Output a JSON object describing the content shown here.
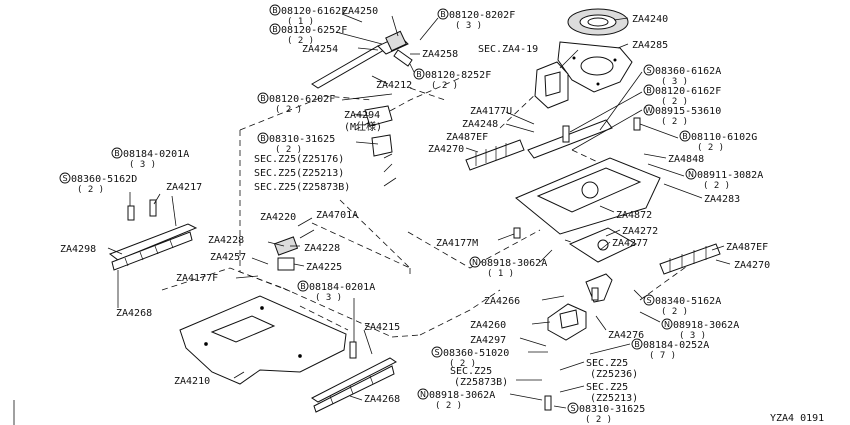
{
  "diagram": {
    "code": "YZA4 0191",
    "labels": [
      {
        "id": "b6162f",
        "text": "08120-6162F",
        "prefix": "B",
        "qty": "( 1 )"
      },
      {
        "id": "za4250",
        "text": "ZA4250"
      },
      {
        "id": "b6252f",
        "text": "08120-6252F",
        "prefix": "B",
        "qty": "( 2 )"
      },
      {
        "id": "za4254",
        "text": "ZA4254"
      },
      {
        "id": "za4258",
        "text": "ZA4258"
      },
      {
        "id": "za4212",
        "text": "ZA4212"
      },
      {
        "id": "b8252f",
        "text": "08120-8252F",
        "prefix": "B",
        "qty": "( 2 )"
      },
      {
        "id": "b8202f",
        "text": "08120-8202F",
        "prefix": "B",
        "qty": "( 3 )"
      },
      {
        "id": "za4240",
        "text": "ZA4240"
      },
      {
        "id": "seczaa",
        "text": "SEC.ZA4-19"
      },
      {
        "id": "za4285",
        "text": "ZA4285"
      },
      {
        "id": "s6162a",
        "text": "08360-6162A",
        "prefix": "S",
        "qty": "( 3 )"
      },
      {
        "id": "b6162f2",
        "text": "08120-6162F",
        "prefix": "B",
        "qty": "( 2 )"
      },
      {
        "id": "w53610",
        "text": "08915-53610",
        "prefix": "W",
        "qty": "( 2 )"
      },
      {
        "id": "b6102g",
        "text": "08110-6102G",
        "prefix": "B",
        "qty": "( 2 )"
      },
      {
        "id": "za4848",
        "text": "ZA4848"
      },
      {
        "id": "n3082a1",
        "text": "08911-3082A",
        "prefix": "N",
        "qty": "( 2 )"
      },
      {
        "id": "za4283",
        "text": "ZA4283"
      },
      {
        "id": "b6202f",
        "text": "08120-6202F",
        "prefix": "B",
        "qty": "( 2 )"
      },
      {
        "id": "za4294",
        "text": "ZA4294"
      },
      {
        "id": "mspec",
        "text": "(M仕様)"
      },
      {
        "id": "za4177u",
        "text": "ZA4177U"
      },
      {
        "id": "za4248",
        "text": "ZA4248"
      },
      {
        "id": "za487ef1",
        "text": "ZA487EF"
      },
      {
        "id": "s31625a",
        "text": "08310-31625",
        "prefix": "B",
        "qty": "( 2 )"
      },
      {
        "id": "za4270a",
        "text": "ZA4270"
      },
      {
        "id": "sec176",
        "text": "SEC.Z25(Z25176)"
      },
      {
        "id": "sec213",
        "text": "SEC.Z25(Z25213)"
      },
      {
        "id": "sec873",
        "text": "SEC.Z25(Z25873B)"
      },
      {
        "id": "b0201a1",
        "text": "08184-0201A",
        "prefix": "B",
        "qty": "( 3 )"
      },
      {
        "id": "s5162d",
        "text": "08360-5162D",
        "prefix": "S",
        "qty": "( 2 )"
      },
      {
        "id": "za4217",
        "text": "ZA4217"
      },
      {
        "id": "za4220",
        "text": "ZA4220"
      },
      {
        "id": "za4701a",
        "text": "ZA4701A"
      },
      {
        "id": "za4228a",
        "text": "ZA4228"
      },
      {
        "id": "za4228b",
        "text": "ZA4228"
      },
      {
        "id": "za4257",
        "text": "ZA4257"
      },
      {
        "id": "za4225",
        "text": "ZA4225"
      },
      {
        "id": "za4177f",
        "text": "ZA4177F"
      },
      {
        "id": "za4298",
        "text": "ZA4298"
      },
      {
        "id": "za4268a",
        "text": "ZA4268"
      },
      {
        "id": "za4872",
        "text": "ZA4872"
      },
      {
        "id": "za4272",
        "text": "ZA4272"
      },
      {
        "id": "za4177m",
        "text": "ZA4177M"
      },
      {
        "id": "za4277",
        "text": "ZA4277"
      },
      {
        "id": "za487ef2",
        "text": "ZA487EF"
      },
      {
        "id": "n3062a1",
        "text": "08918-3062A",
        "prefix": "N",
        "qty": "( 1 )"
      },
      {
        "id": "za4270b",
        "text": "ZA4270"
      },
      {
        "id": "b0201a2",
        "text": "08184-0201A",
        "prefix": "B",
        "qty": "( 3 )"
      },
      {
        "id": "za4266",
        "text": "ZA4266"
      },
      {
        "id": "s5162a",
        "text": "08340-5162A",
        "prefix": "S",
        "qty": "( 2 )"
      },
      {
        "id": "za4215",
        "text": "ZA4215"
      },
      {
        "id": "za4260",
        "text": "ZA4260"
      },
      {
        "id": "za4276",
        "text": "ZA4276"
      },
      {
        "id": "n3062a2",
        "text": "08918-3062A",
        "prefix": "N",
        "qty": "( 3 )"
      },
      {
        "id": "za4297",
        "text": "ZA4297"
      },
      {
        "id": "b0252a",
        "text": "08184-0252A",
        "prefix": "B",
        "qty": "( 7 )"
      },
      {
        "id": "s51020",
        "text": "08360-51020",
        "prefix": "S",
        "qty": "( 2 )"
      },
      {
        "id": "sec236",
        "text": "SEC.Z25",
        "sub": "(Z25236)"
      },
      {
        "id": "za4210",
        "text": "ZA4210"
      },
      {
        "id": "sec873b",
        "text": "SEC.Z25",
        "sub": "(Z25873B)"
      },
      {
        "id": "sec213b",
        "text": "SEC.Z25",
        "sub": "(Z25213)"
      },
      {
        "id": "za4268b",
        "text": "ZA4268"
      },
      {
        "id": "n3062a3",
        "text": "08918-3062A",
        "prefix": "N",
        "qty": "( 2 )"
      },
      {
        "id": "s31625b",
        "text": "08310-31625",
        "prefix": "S",
        "qty": "( 2 )"
      }
    ]
  }
}
